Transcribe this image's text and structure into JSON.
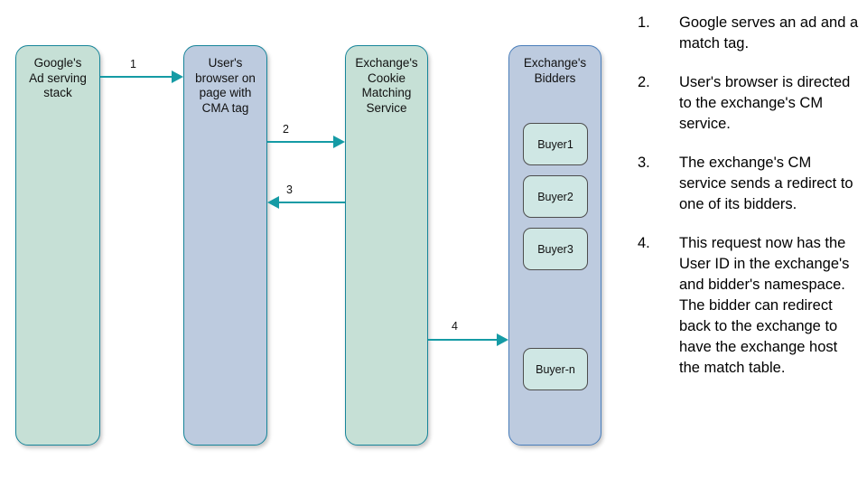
{
  "diagram": {
    "lanes": [
      {
        "id": "google-ad-serving-stack",
        "label": "Google's\nAd serving\nstack",
        "color": "#c6e0d6",
        "border": "#17859a"
      },
      {
        "id": "user-browser",
        "label": "User's\nbrowser on\npage with\nCMA tag",
        "color": "#bdcbdf",
        "border": "#17859a"
      },
      {
        "id": "exchange-cookie-matching-service",
        "label": "Exchange's\nCookie\nMatching\nService",
        "color": "#c6e0d6",
        "border": "#17859a"
      },
      {
        "id": "exchange-bidders",
        "label": "Exchange's\nBidders",
        "color": "#bdcbdf",
        "border": "#4a7ebb"
      }
    ],
    "buyers": [
      {
        "label": "Buyer1"
      },
      {
        "label": "Buyer2"
      },
      {
        "label": "Buyer3"
      },
      {
        "label": "Buyer-n"
      }
    ],
    "arrows": [
      {
        "label": "1",
        "direction": "right",
        "from": "google-ad-serving-stack",
        "to": "user-browser"
      },
      {
        "label": "2",
        "direction": "right",
        "from": "user-browser",
        "to": "exchange-cookie-matching-service"
      },
      {
        "label": "3",
        "direction": "left",
        "from": "exchange-cookie-matching-service",
        "to": "user-browser"
      },
      {
        "label": "4",
        "direction": "right",
        "from": "exchange-cookie-matching-service",
        "to": "exchange-bidders"
      }
    ],
    "arrow_color": "#159ba5"
  },
  "steps": [
    {
      "num": "1.",
      "text": "Google serves an ad and a match tag."
    },
    {
      "num": "2.",
      "text": "User's browser is directed to the exchange's CM service."
    },
    {
      "num": "3.",
      "text": "The exchange's CM service sends a redirect to one of its bidders."
    },
    {
      "num": "4.",
      "text": "This request now has the User ID in the exchange's and bidder's namespace. The bidder can redirect back to the exchange to have the exchange host the match table."
    }
  ]
}
